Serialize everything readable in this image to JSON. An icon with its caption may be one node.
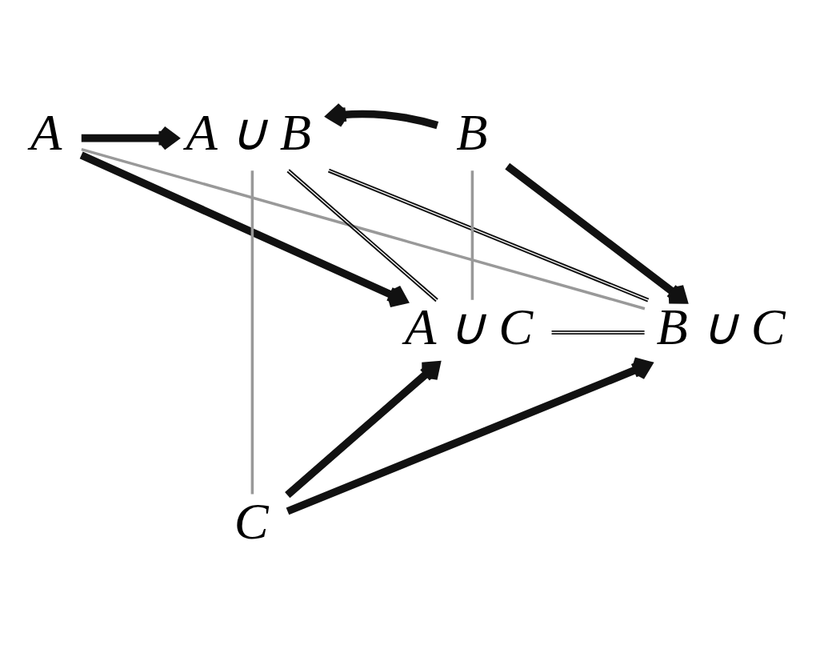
{
  "diagram": {
    "nodes": [
      {
        "text": [
          "A"
        ]
      },
      {
        "text": [
          "A ∪ B"
        ]
      },
      {
        "text": [
          "B"
        ]
      },
      {
        "text": [
          "A ∪ C"
        ]
      },
      {
        "text": [
          "B ∪ C"
        ]
      },
      {
        "text": [
          "C"
        ]
      }
    ],
    "edges": [
      {
        "from": 0,
        "to": 1,
        "arrow": "to",
        "style": "thick"
      },
      {
        "from": 2,
        "to": 1,
        "arrow": "to",
        "style": "thick"
      },
      {
        "from": 0,
        "to": 3,
        "arrow": "to",
        "style": "thick"
      },
      {
        "from": 2,
        "to": 4,
        "arrow": "to",
        "style": "thick"
      },
      {
        "from": 5,
        "to": 3,
        "arrow": "to",
        "style": "thick"
      },
      {
        "from": 5,
        "to": 4,
        "arrow": "to",
        "style": "thick"
      },
      {
        "from": 0,
        "to": 4,
        "arrow": "none",
        "color": "#999999"
      },
      {
        "from": 2,
        "to": 3,
        "arrow": "none",
        "color": "#999999"
      },
      {
        "from": 1,
        "to": 5,
        "arrow": "none",
        "color": "#999999"
      },
      {
        "from": 1,
        "to": 3,
        "arrow": "none"
      },
      {
        "from": 1,
        "to": 4,
        "arrow": "none"
      },
      {
        "from": 3,
        "to": 4,
        "arrow": "none"
      }
    ]
  }
}
